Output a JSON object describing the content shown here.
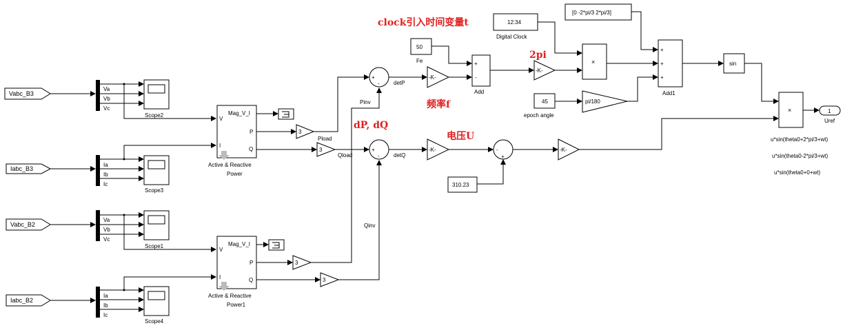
{
  "annotations": {
    "clock_note": "clock引入时间变量t",
    "two_pi": "2pi",
    "freq": "频率f",
    "dpdq": "dP, dQ",
    "voltage": "电压U"
  },
  "goto_from": {
    "vabc_b3": "Vabc_B3",
    "iabc_b3": "Iabc_B3",
    "vabc_b2": "Vabc_B2",
    "iabc_b2": "Iabc_B2"
  },
  "demux_labels": {
    "v": [
      "Va",
      "Vb",
      "Vc"
    ],
    "i": [
      "Ia",
      "Ib",
      "Ic"
    ]
  },
  "scopes": [
    "Scope2",
    "Scope3",
    "Scope1",
    "Scope4"
  ],
  "pq_blocks": [
    {
      "name_line1": "Active  & Reactive",
      "name_line2": "Power",
      "port_v": "V",
      "port_i": "I",
      "out_mag": "Mag_V_I",
      "out_p": "P",
      "out_q": "Q"
    },
    {
      "name_line1": "Active  & Reactive",
      "name_line2": "Power1",
      "port_v": "V",
      "port_i": "I",
      "out_mag": "Mag_V_I",
      "out_p": "P",
      "out_q": "Q"
    }
  ],
  "gains": {
    "g3": "3",
    "k": "-K-",
    "pi180": "pi/180"
  },
  "signals": {
    "pload": "Pload",
    "qload": "Qload",
    "pinv": "Pinv",
    "qinv": "Qinv",
    "detp": "detP",
    "detq": "detQ"
  },
  "constants": {
    "fe_value": "50",
    "fe_label": "Fe",
    "epoch_value": "45",
    "epoch_label": "epoch angle",
    "u_ref_value": "310.23",
    "phase_vector": "[0 -2*pi/3 2*pi/3]"
  },
  "clock": {
    "display": "12:34",
    "label": "Digital Clock"
  },
  "sum_signs": {
    "plus": "+",
    "minus": "-"
  },
  "blocks": {
    "add": "Add",
    "add1": "Add1",
    "product": "×",
    "sin": "sin"
  },
  "outport": {
    "number": "1",
    "label": "Uref"
  },
  "notes": [
    "u*sin(theta0+2*pi/3+wt)",
    "u*sin(theta0-2*pi/3+wt)",
    "u*sin(theta0+0+wt)"
  ]
}
